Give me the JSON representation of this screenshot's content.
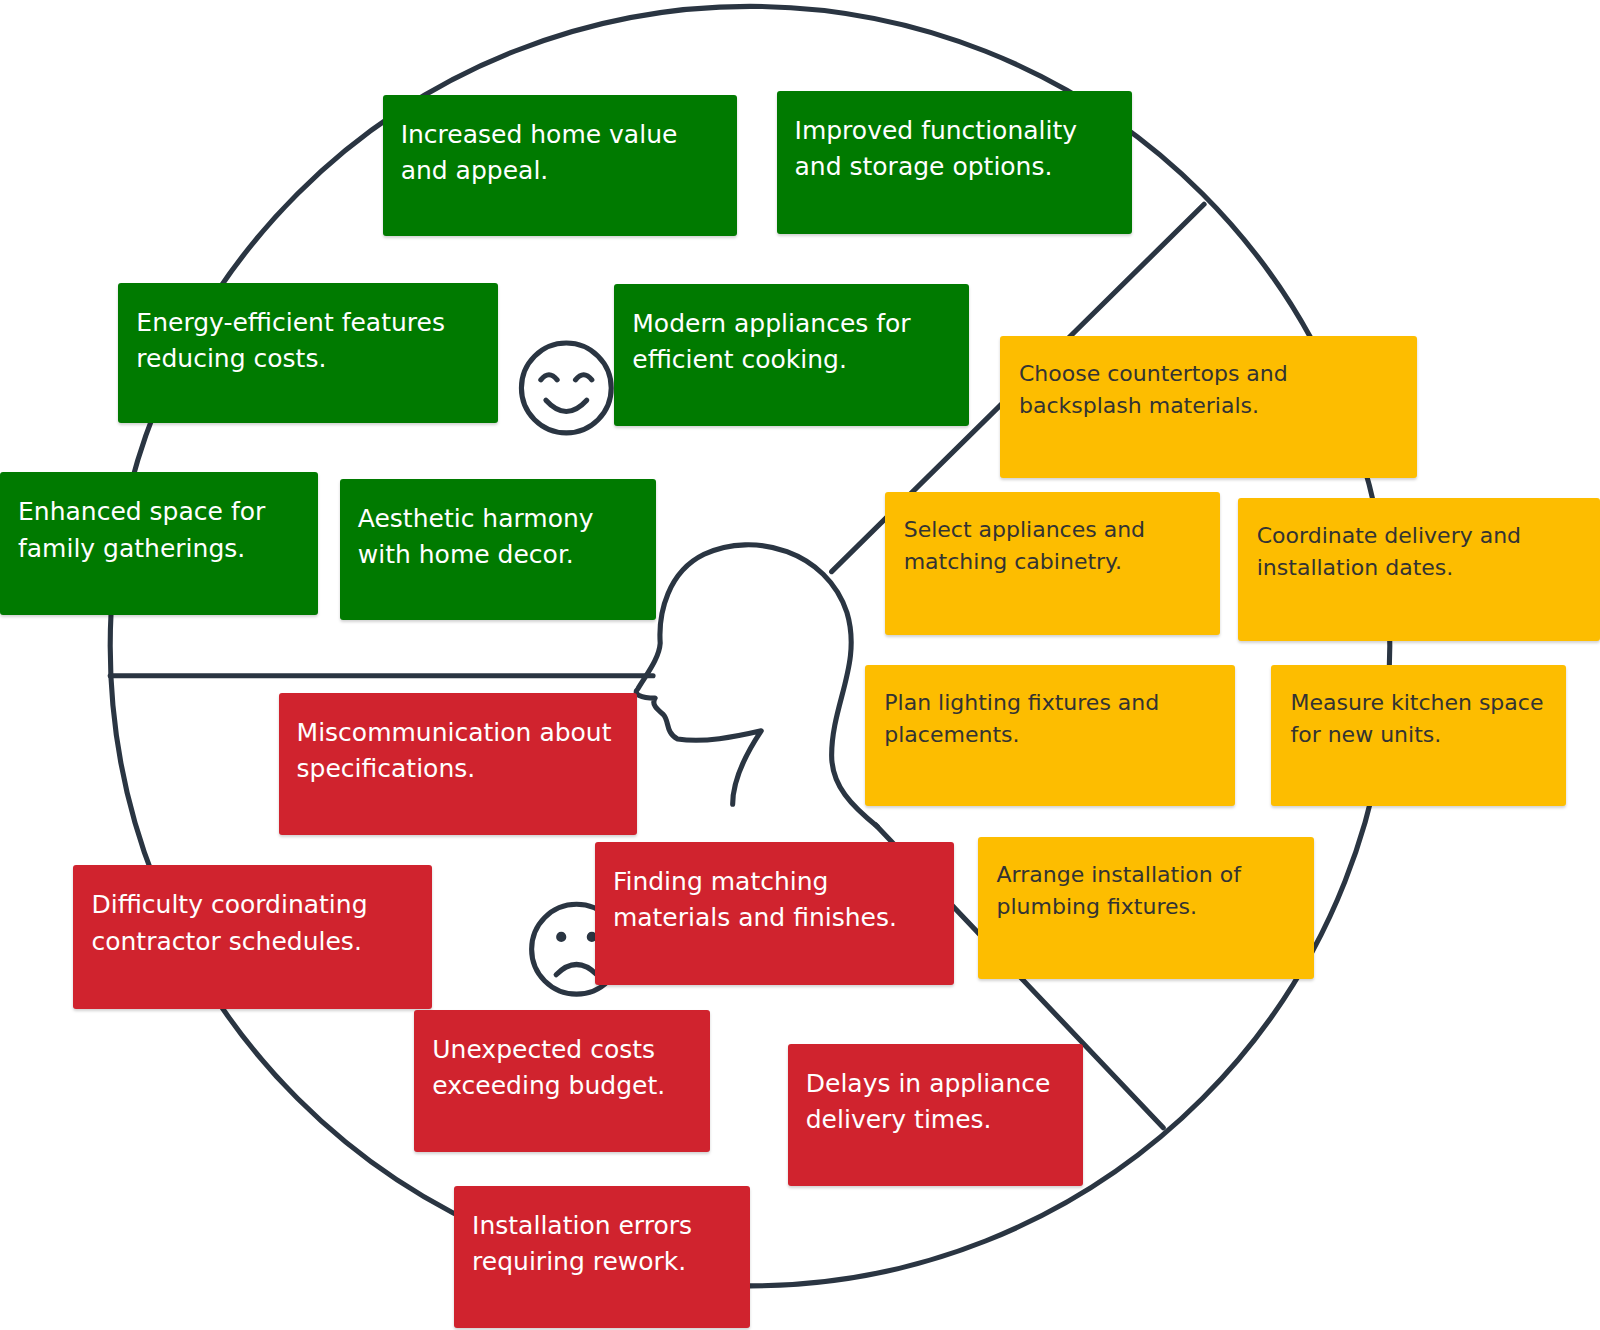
{
  "diagram": {
    "nodes": [
      {
        "text": [
          "Increased home value and appeal."
        ]
      },
      {
        "text": [
          "Improved functionality and storage options."
        ]
      },
      {
        "text": [
          "Energy-efficient features reducing costs."
        ]
      },
      {
        "text": [
          "Modern appliances for efficient cooking."
        ]
      },
      {
        "text": [
          "Choose countertops and backsplash materials."
        ]
      },
      {
        "text": [
          "Enhanced space for family gatherings."
        ]
      },
      {
        "text": [
          "Aesthetic harmony with home decor."
        ]
      },
      {
        "text": [
          "Select appliances and matching cabinetry."
        ]
      },
      {
        "text": [
          "Coordinate delivery and installation dates."
        ]
      },
      {
        "text": [
          "Plan lighting fixtures and placements."
        ]
      },
      {
        "text": [
          "Measure kitchen space for new units."
        ]
      },
      {
        "text": [
          "Miscommunication about specifications."
        ]
      },
      {
        "text": [
          "Difficulty coordinating contractor schedules."
        ]
      },
      {
        "text": [
          "Finding matching materials and finishes."
        ]
      },
      {
        "text": [
          "Arrange installation of plumbing fixtures."
        ]
      },
      {
        "text": [
          "Unexpected costs exceeding budget."
        ]
      },
      {
        "text": [
          "Delays in appliance delivery times."
        ]
      },
      {
        "text": [
          "Installation errors requiring rework."
        ]
      }
    ]
  }
}
